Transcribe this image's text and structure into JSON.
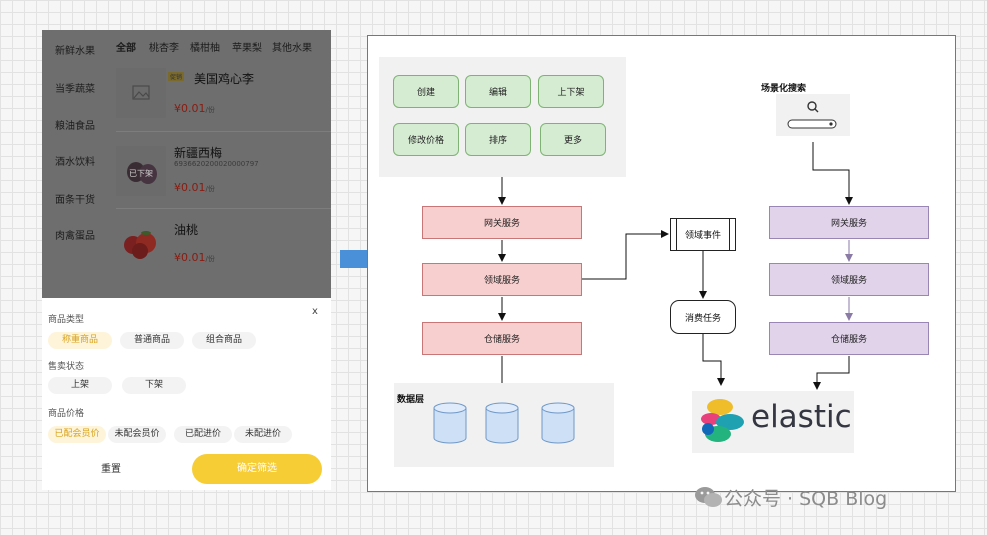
{
  "phone": {
    "categories": [
      "新鲜水果",
      "当季蔬菜",
      "粮油食品",
      "酒水饮料",
      "面条干货",
      "肉禽蛋品"
    ],
    "tabs": [
      "全部",
      "桃杏李",
      "橘柑柚",
      "苹果梨",
      "其他水果"
    ],
    "products": [
      {
        "name": "美国鸡心李",
        "tag": "促销",
        "price": "¥0.01",
        "unit": "/份"
      },
      {
        "name": "新疆西梅",
        "sku": "6936620200020000797",
        "badge": "已下架",
        "price": "¥0.01",
        "unit": "/份"
      },
      {
        "name": "油桃",
        "price": "¥0.01",
        "unit": "/份"
      }
    ],
    "filter": {
      "close": "x",
      "sections": [
        {
          "label": "商品类型",
          "options": [
            "称重商品",
            "普通商品",
            "组合商品"
          ],
          "selected": 0
        },
        {
          "label": "售卖状态",
          "options": [
            "上架",
            "下架"
          ],
          "selected": -1
        },
        {
          "label": "商品价格",
          "options": [
            "已配会员价",
            "未配会员价",
            "已配进价",
            "未配进价"
          ],
          "selected": 0
        }
      ],
      "reset": "重置",
      "confirm": "确定筛选"
    }
  },
  "diagram": {
    "actions": [
      "创建",
      "编辑",
      "上下架",
      "修改价格",
      "排序",
      "更多"
    ],
    "left_flow": [
      "网关服务",
      "领域服务",
      "仓储服务"
    ],
    "data_layer_label": "数据层",
    "domain_event": "领域事件",
    "consumer_task": "消费任务",
    "search_label": "场景化搜索",
    "right_flow": [
      "网关服务",
      "领域服务",
      "仓储服务"
    ],
    "elastic": "elastic"
  },
  "watermark": "公众号 · SQB Blog",
  "colors": {
    "accent": "#f7cd36",
    "green_fill": "#d5ebd2",
    "red_fill": "#f8cfcf",
    "purple_fill": "#e0d3ea",
    "arrow_blue": "#4a90d9"
  }
}
